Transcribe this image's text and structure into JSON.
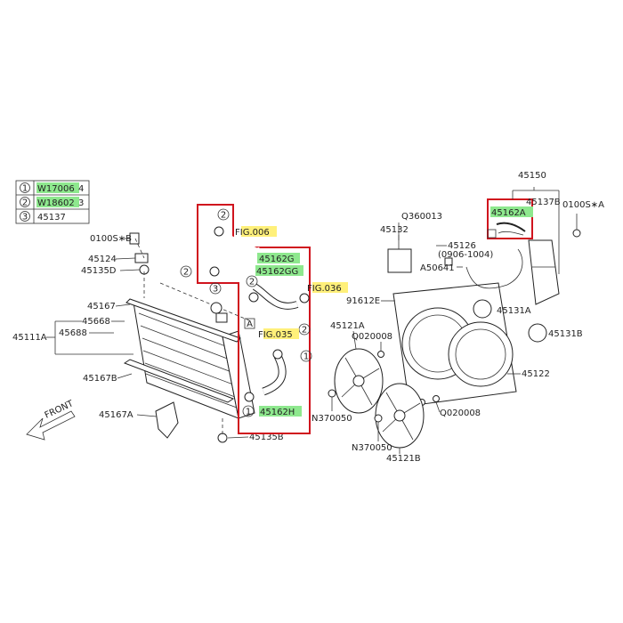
{
  "legend": [
    {
      "num": "1",
      "part": "W17006",
      "suffix": "4"
    },
    {
      "num": "2",
      "part": "W18602",
      "suffix": "3"
    },
    {
      "num": "3",
      "part": "45137",
      "suffix": ""
    }
  ],
  "labels": {
    "l0100S_B": "0100S∗B",
    "l45124": "45124",
    "l45135D": "45135D",
    "l45167": "45167",
    "l45668": "45668",
    "l45111A": "45111A",
    "l45688": "45688",
    "l45167B": "45167B",
    "l45167A": "45167A",
    "l45135B": "45135B",
    "front": "FRONT",
    "fig006": "FIG.006",
    "fig036": "FIG.036",
    "fig035": "FIG.035",
    "h45162G": "45162G",
    "h45162GG": "45162GG",
    "h45162H": "45162H",
    "boxA": "A",
    "l45150": "45150",
    "l45137B": "45137B",
    "l0100S_A": "0100S∗A",
    "h45162A": "45162A",
    "lQ360013": "Q360013",
    "l45132": "45132",
    "l45126": "45126",
    "l0906": "(0906-1004)",
    "lA50641": "A50641",
    "l91612E": "91612E",
    "l45131A": "45131A",
    "l45121A": "45121A",
    "lQ020008a": "Q020008",
    "l45131B": "45131B",
    "l45122": "45122",
    "lN370050a": "N370050",
    "lQ020008b": "Q020008",
    "lN370050b": "N370050",
    "l45121B": "45121B",
    "c1": "1",
    "c2": "2",
    "c3": "3"
  }
}
